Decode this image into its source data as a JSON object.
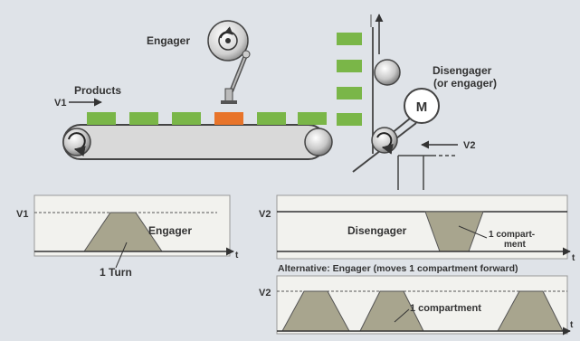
{
  "top": {
    "engager_label": "Engager",
    "products_label": "Products",
    "v1_label": "V1",
    "disengager_label_line1": "Disengager",
    "disengager_label_line2": "(or engager)",
    "motor_label": "M",
    "v2_label": "V2"
  },
  "graph_engager": {
    "y_label": "V1",
    "x_label": "t",
    "curve_label": "Engager",
    "annotation": "1 Turn"
  },
  "graph_disengager": {
    "y_label": "V2",
    "x_label": "t",
    "curve_label": "Disengager",
    "annotation_line1": "1 compart-",
    "annotation_line2": "ment"
  },
  "graph_alternative": {
    "title": "Alternative: Engager (moves 1 compartment forward)",
    "y_label": "V2",
    "x_label": "t",
    "annotation": "1 compartment"
  },
  "colors": {
    "background": "#dfe3e8",
    "panel": "#f2f2ee",
    "product_green": "#7ab648",
    "product_orange": "#e8742a",
    "curve_fill": "#a8a58e",
    "text": "#333333"
  }
}
